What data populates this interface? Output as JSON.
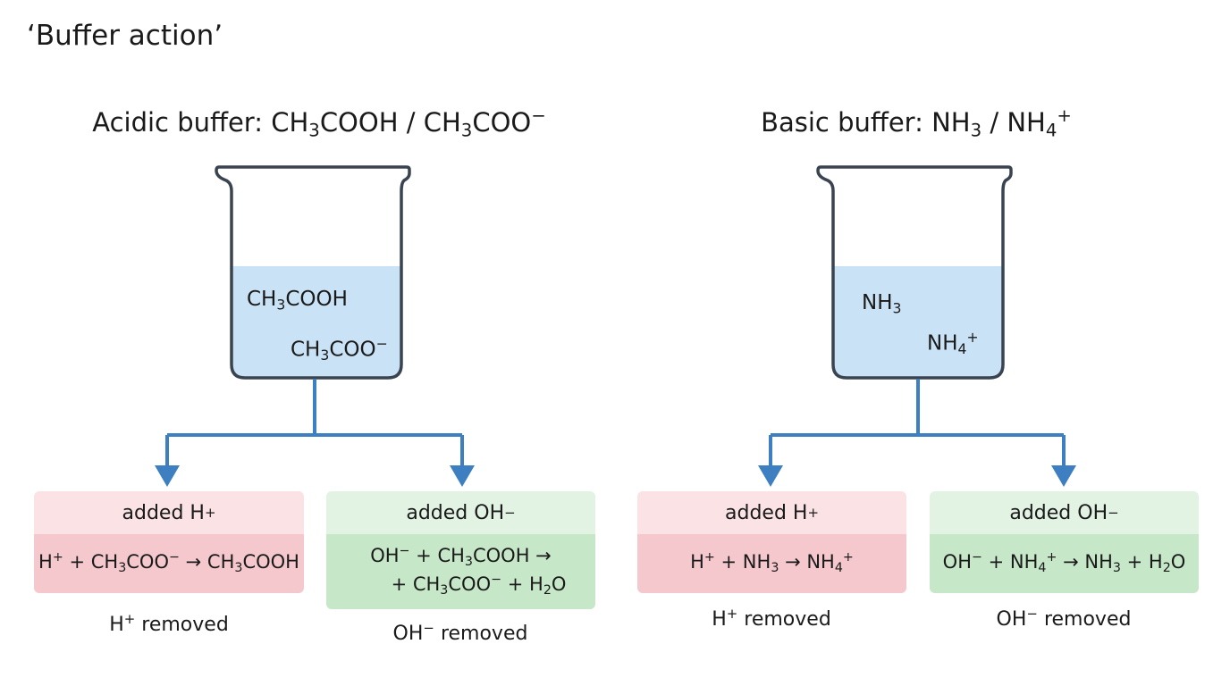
{
  "title": "‘Buffer action’",
  "left_panel": {
    "title": {
      "text": "Acidic buffer: CH",
      "sub1": "3",
      "mid": "COOH / CH",
      "sub2": "3",
      "end": "COO",
      "sup": "−"
    },
    "species_1": {
      "base": "CH",
      "sub": "3",
      "rest": "COOH"
    },
    "species_2": {
      "base": "CH",
      "sub": "3",
      "rest": "COO",
      "sup": "−"
    },
    "acid_box": {
      "header": {
        "text": "added H",
        "sup": "+"
      },
      "equation": {
        "h": "H",
        "h_sup": "+",
        "plus": " + CH",
        "sub1": "3",
        "mid": "COO",
        "mid_sup": "−",
        "arrow": " → CH",
        "sub2": "3",
        "end": "COOH"
      },
      "result": {
        "text": "H",
        "sup": "+",
        "rest": " removed"
      }
    },
    "base_box": {
      "header": {
        "text": "added OH",
        "sup": "−"
      },
      "equation_line1": {
        "a": "OH",
        "a_sup": "−",
        "b": " + CH",
        "sub": "3",
        "c": "COOH →"
      },
      "equation_line2": {
        "a": "+ CH",
        "sub": "3",
        "b": "COO",
        "sup": "−",
        "c": " + H",
        "sub2": "2",
        "d": "O"
      },
      "result": {
        "text": "OH",
        "sup": "−",
        "rest": " removed"
      }
    }
  },
  "right_panel": {
    "title": {
      "text": "Basic buffer: NH",
      "sub1": "3",
      "mid": " / NH",
      "sub2": "4",
      "sup": "+"
    },
    "species_1": {
      "base": "NH",
      "sub": "3"
    },
    "species_2": {
      "base": "NH",
      "sub": "4",
      "sup": "+"
    },
    "acid_box": {
      "header": {
        "text": "added H",
        "sup": "+"
      },
      "equation": {
        "h": "H",
        "h_sup": "+",
        "plus": " + NH",
        "sub1": "3",
        "arrow": " → NH",
        "sub2": "4",
        "end_sup": "+"
      },
      "result": {
        "text": "H",
        "sup": "+",
        "rest": " removed"
      }
    },
    "base_box": {
      "header": {
        "text": "added OH",
        "sup": "−"
      },
      "equation": {
        "a": "OH",
        "a_sup": "−",
        "b": " + NH",
        "sub1": "4",
        "b_sup": "+",
        "arrow": " → NH",
        "sub2": "3",
        "c": " + H",
        "sub3": "2",
        "d": "O"
      },
      "result": {
        "text": "OH",
        "sup": "−",
        "rest": " removed"
      }
    }
  },
  "colors": {
    "arrow": "#3d7fc1",
    "beaker_outline": "#3a4451",
    "solution": "#c9e2f5",
    "acid_header": "#fbe3e5",
    "acid_body": "#f4c8cc",
    "base_header": "#e2f2e3",
    "base_body": "#c6e7c8"
  }
}
